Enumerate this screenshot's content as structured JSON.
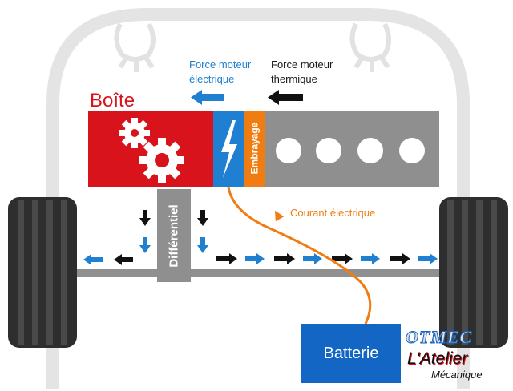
{
  "labels": {
    "boite": "Boîte",
    "force_moteur_electrique": "Force moteur électrique",
    "force_moteur_thermique": "Force moteur thermique",
    "embrayage": "Embrayage",
    "differentiel": "Différentiel",
    "courant_electrique": "Courant électrique",
    "batterie": "Batterie"
  },
  "logo": {
    "line1": "OTMEC",
    "line2": "L'Atelier",
    "line3": "Mécanique"
  },
  "colors": {
    "boite": "#d8131c",
    "electric": "#1f7fd1",
    "clutch": "#f07d12",
    "engine": "#8f8f8f",
    "battery": "#1366c4",
    "current": "#f07d12",
    "thermal_arrow": "#111111"
  },
  "icons": [
    "gears-icon",
    "lightning-icon",
    "wheel-icon",
    "headlight-icon"
  ]
}
